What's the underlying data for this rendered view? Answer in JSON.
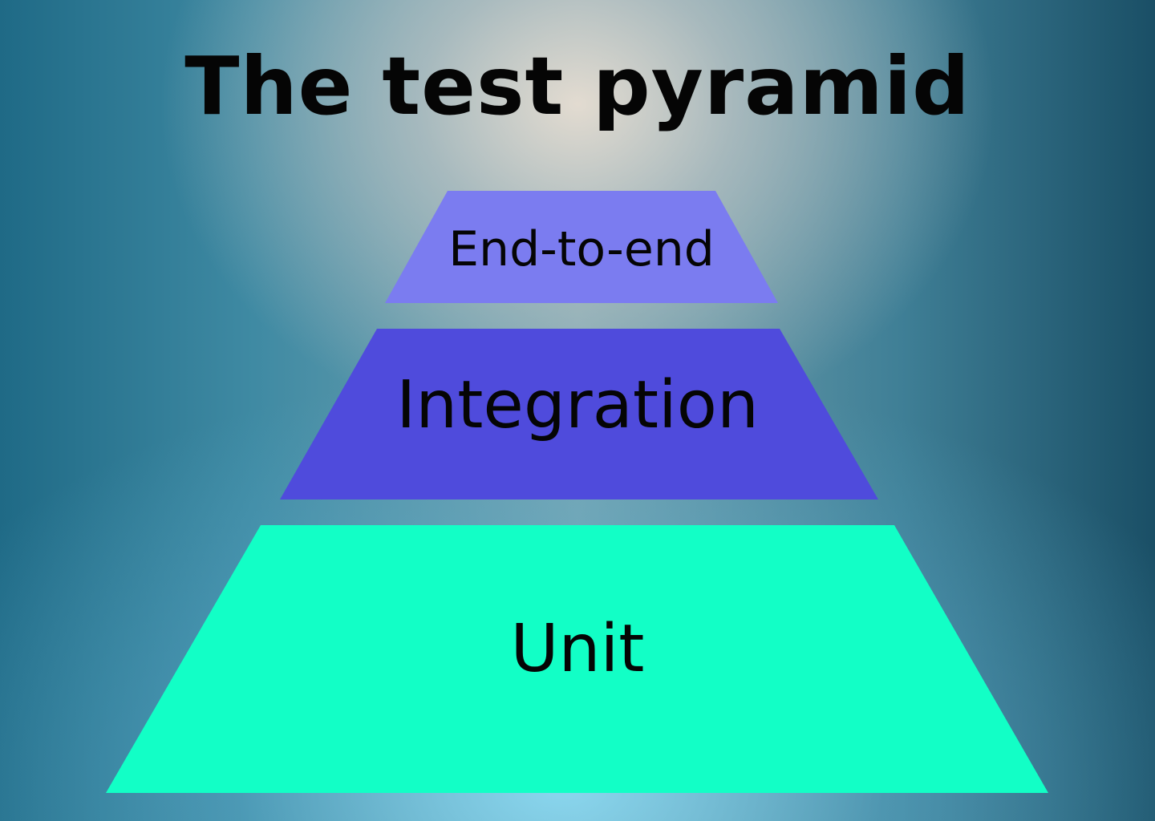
{
  "title": "The test pyramid",
  "tiers": [
    {
      "label": "End-to-end",
      "color": "#7b7cf0"
    },
    {
      "label": "Integration",
      "color": "#4f4bdc"
    },
    {
      "label": "Unit",
      "color": "#12ffc6"
    }
  ]
}
